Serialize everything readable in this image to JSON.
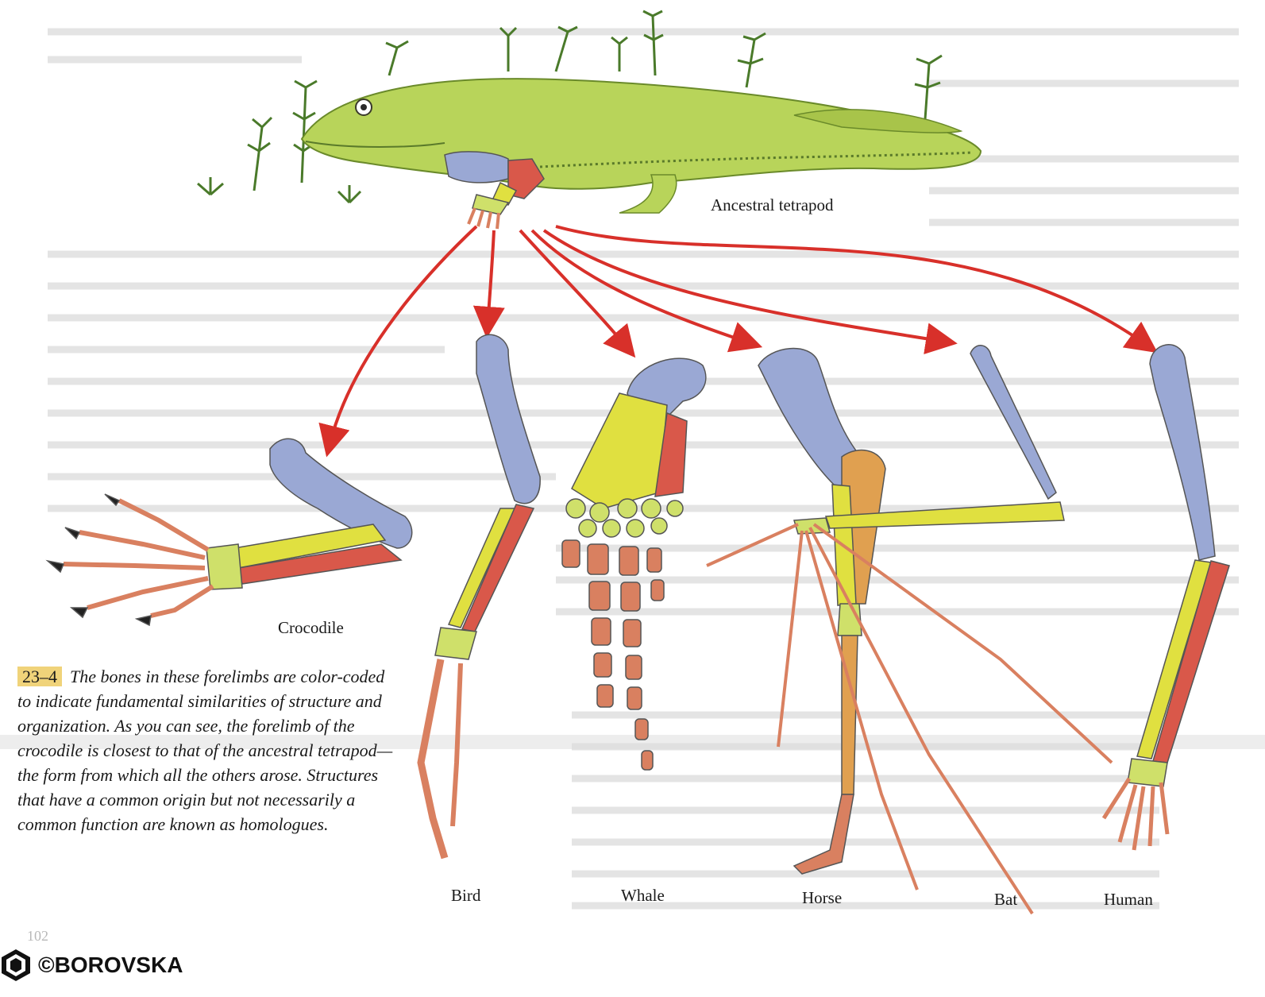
{
  "figure": {
    "number": "23–4",
    "caption": "The bones in these forelimbs are color-coded to indicate fundamental similarities of structure and organization. As you can see, the forelimb of the crocodile is closest to that of the ancestral tetrapod—the form from which all the others arose. Structures that have a common origin but not necessarily a common function are known as homologues."
  },
  "labels": {
    "ancestor": "Ancestral tetrapod",
    "crocodile": "Crocodile",
    "bird": "Bird",
    "whale": "Whale",
    "horse": "Horse",
    "bat": "Bat",
    "human": "Human"
  },
  "colors": {
    "humerus": "#9aa8d4",
    "radius": "#e0e040",
    "ulna": "#d9584a",
    "carpals": "#cfe06a",
    "digits": "#d98060",
    "horse_bone": "#e0a050",
    "arrow": "#d8302a",
    "tetrapod_body": "#b8d45a",
    "background_text": "#d8d8d8"
  },
  "page_number": "102",
  "watermark": {
    "text": "©BOROVSKA",
    "icon": "cube-logo-icon"
  }
}
